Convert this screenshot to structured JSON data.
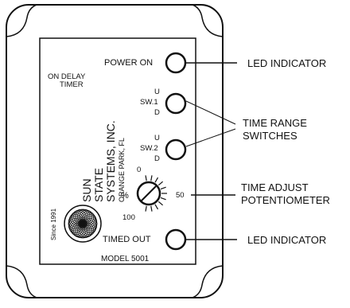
{
  "device": {
    "on_delay_line1": "ON DELAY",
    "on_delay_line2": "TIMER",
    "power_on": "POWER ON",
    "sw1_u": "U",
    "sw1_label": "SW.1",
    "sw1_d": "D",
    "sw2_u": "U",
    "sw2_label": "SW.2",
    "sw2_d": "D",
    "pot_zero": "0",
    "pot_percent": "%",
    "pot_fifty": "50",
    "pot_hundred": "100",
    "timed_out": "TIMED OUT",
    "model": "MODEL 5001",
    "since": "Since 1991",
    "brand_line1": "SUN",
    "brand_line2": "STATE",
    "brand_line3": "SYSTEMS, INC.",
    "brand_line4": "ORANGE PARK, FL"
  },
  "callouts": {
    "led_top": "LED INDICATOR",
    "time_range_1": "TIME RANGE",
    "time_range_2": "SWITCHES",
    "time_adjust_1": "TIME ADJUST",
    "time_adjust_2": "POTENTIOMETER",
    "led_bottom": "LED INDICATOR"
  }
}
